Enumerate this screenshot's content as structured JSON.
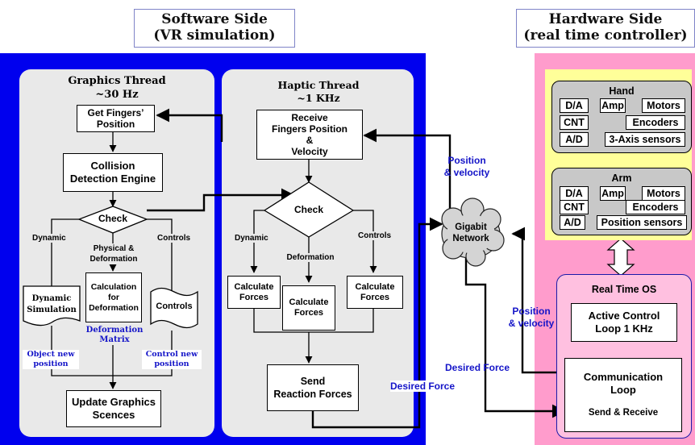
{
  "titles": {
    "software_line1": "Software Side",
    "software_line2": "(VR simulation)",
    "hardware_line1": "Hardware Side",
    "hardware_line2": "(real time controller)"
  },
  "graphics": {
    "thread_line1": "Graphics Thread",
    "thread_line2": "~30 Hz",
    "get_fingers_line1": "Get Fingers’",
    "get_fingers_line2": "Position",
    "collision_line1": "Collision",
    "collision_line2": "Detection Engine",
    "check": "Check",
    "dynamic": "Dynamic",
    "physical_line1": "Physical &",
    "physical_line2": "Deformation",
    "controls": "Controls",
    "dyn_sim_line1": "Dynamic",
    "dyn_sim_line2": "Simulation",
    "calc_def_line1": "Calculation",
    "calc_def_line2": "for",
    "calc_def_line3": "Deformation",
    "controls_box": "Controls",
    "deform_matrix_line1": "Deformation",
    "deform_matrix_line2": "Matrix",
    "object_new_line1": "Object new",
    "object_new_line2": "position",
    "control_new_line1": "Control new",
    "control_new_line2": "position",
    "update_line1": "Update Graphics",
    "update_line2": "Scences"
  },
  "haptic": {
    "thread_line1": "Haptic Thread",
    "thread_line2": "~1 KHz",
    "receive_line1": "Receive",
    "receive_line2": "Fingers Position",
    "receive_line3": "&",
    "receive_line4": "Velocity",
    "check": "Check",
    "dynamic": "Dynamic",
    "deformation": "Deformation",
    "controls": "Controls",
    "calc_forces_line1": "Calculate",
    "calc_forces_line2": "Forces",
    "send_line1": "Send",
    "send_line2": "Reaction Forces"
  },
  "network": {
    "line1": "Gigabit",
    "line2": "Network",
    "pos_vel_top_line1": "Position",
    "pos_vel_top_line2": "& velocity",
    "pos_vel_bottom_line1": "Position",
    "pos_vel_bottom_line2": "& velocity",
    "desired_force_left": "Desired Force",
    "desired_force_right": "Desired Force"
  },
  "hardware": {
    "hand_title": "Hand",
    "arm_title": "Arm",
    "da": "D/A",
    "amp": "Amp",
    "motors": "Motors",
    "cnt": "CNT",
    "encoders": "Encoders",
    "ad": "A/D",
    "three_axis": "3-Axis sensors",
    "position_sensors": "Position sensors",
    "rtos_title": "Real Time OS",
    "active_line1": "Active Control",
    "active_line2": "Loop 1 KHz",
    "comm_line1": "Communication",
    "comm_line2": "Loop",
    "send_receive": "Send & Receive"
  },
  "colors": {
    "software_panel": "#0000ee",
    "thread_panel": "#e9e9e9",
    "hardware_panel": "#ff9ccc",
    "hw_yellow": "#ffff99",
    "hw_grey": "#c8c8c8",
    "label_blue": "#1414c8"
  }
}
